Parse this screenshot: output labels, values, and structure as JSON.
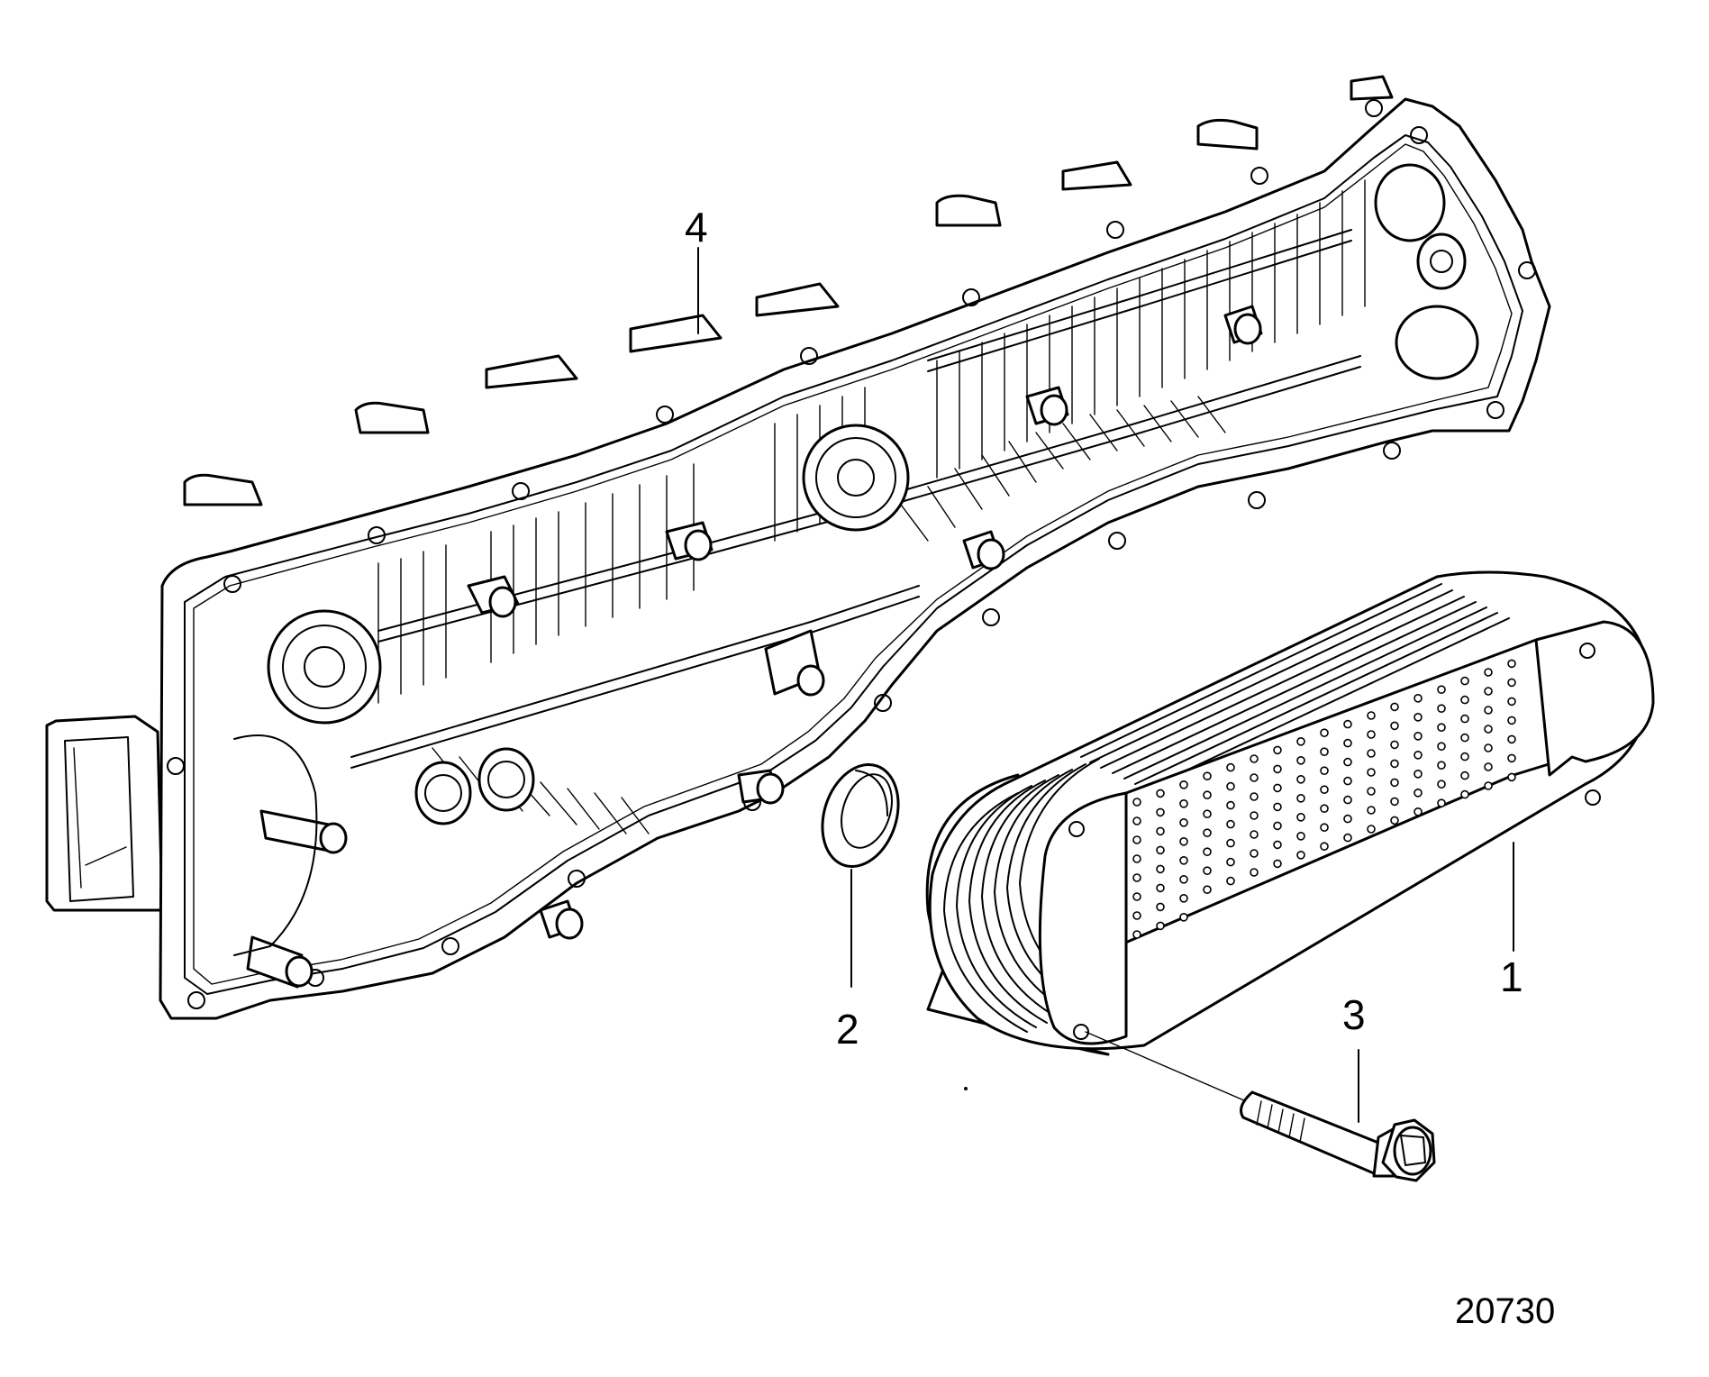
{
  "labels": {
    "part1": "1",
    "part2": "2",
    "part3": "3",
    "part4": "4"
  },
  "figure_ref": "20730",
  "parts": [
    {
      "id": "1",
      "name": "oil-cooler"
    },
    {
      "id": "2",
      "name": "seal-ring"
    },
    {
      "id": "3",
      "name": "flange-bolt"
    },
    {
      "id": "4",
      "name": "oil-cooler-housing"
    }
  ],
  "colors": {
    "line": "#000000",
    "background": "#ffffff"
  }
}
